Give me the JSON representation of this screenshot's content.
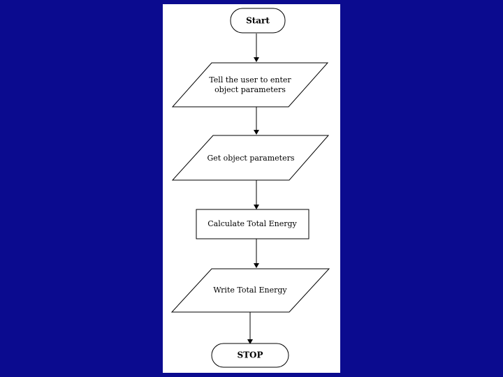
{
  "colors": {
    "background": "#0B0B8F",
    "panel": "#FFFFFF",
    "stroke": "#000000"
  },
  "flowchart": {
    "nodes": [
      {
        "id": "start",
        "shape": "terminal",
        "text": "Start"
      },
      {
        "id": "prompt",
        "shape": "parallelogram",
        "lines": [
          "Tell the user to enter",
          "object parameters"
        ]
      },
      {
        "id": "input",
        "shape": "parallelogram",
        "text": "Get object parameters"
      },
      {
        "id": "calc",
        "shape": "process",
        "text": "Calculate Total Energy"
      },
      {
        "id": "output",
        "shape": "parallelogram",
        "text": "Write Total Energy"
      },
      {
        "id": "stop",
        "shape": "terminal",
        "text": "STOP"
      }
    ],
    "edges": [
      {
        "from": "start",
        "to": "prompt"
      },
      {
        "from": "prompt",
        "to": "input"
      },
      {
        "from": "input",
        "to": "calc"
      },
      {
        "from": "calc",
        "to": "output"
      },
      {
        "from": "output",
        "to": "stop"
      }
    ]
  }
}
